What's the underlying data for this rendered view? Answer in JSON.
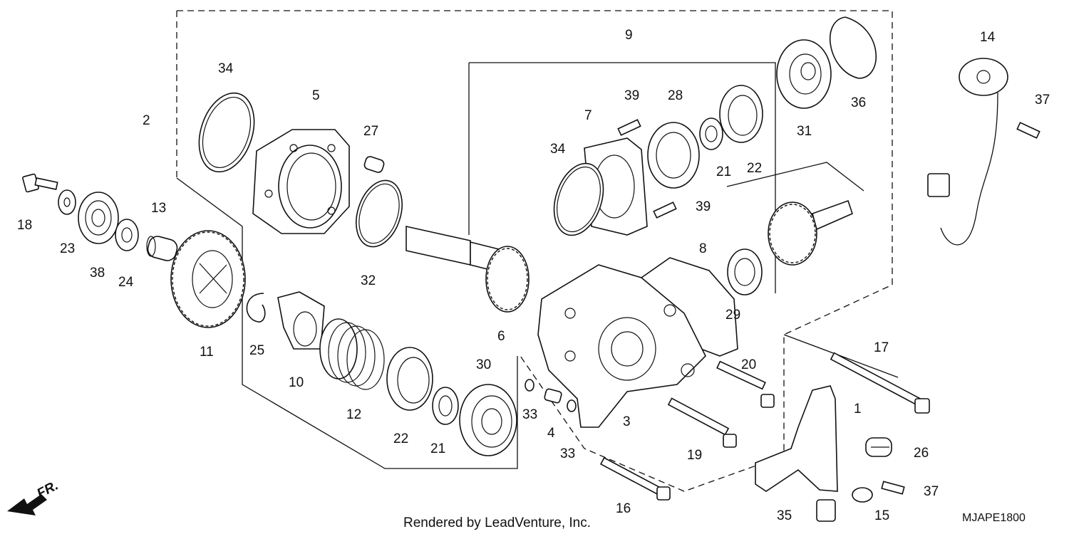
{
  "diagram": {
    "part_numbers": [
      "1",
      "2",
      "3",
      "4",
      "5",
      "6",
      "7",
      "8",
      "9",
      "10",
      "11",
      "12",
      "13",
      "14",
      "15",
      "16",
      "17",
      "18",
      "19",
      "20",
      "21",
      "21",
      "22",
      "22",
      "23",
      "24",
      "25",
      "26",
      "27",
      "28",
      "29",
      "30",
      "31",
      "32",
      "33",
      "33",
      "34",
      "34",
      "35",
      "36",
      "37",
      "37",
      "38",
      "39",
      "39"
    ],
    "footer_text": "Rendered by LeadVenture, Inc.",
    "diagram_code": "MJAPE1800",
    "direction_label": "FR."
  }
}
